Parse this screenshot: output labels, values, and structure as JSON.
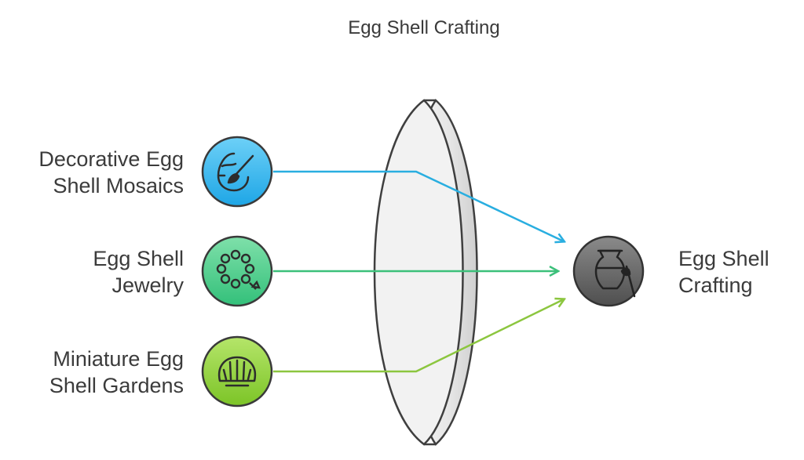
{
  "title": "Egg Shell Crafting",
  "inputs": [
    {
      "line1": "Decorative Egg",
      "line2": "Shell Mosaics",
      "icon": "painted-egg-brush-icon",
      "color": "#3cb6ec",
      "arrow_color": "#29aee0"
    },
    {
      "line1": "Egg Shell",
      "line2": "Jewelry",
      "icon": "bead-necklace-icon",
      "color": "#4fcf8a",
      "arrow_color": "#3cc07a"
    },
    {
      "line1": "Miniature Egg",
      "line2": "Shell Gardens",
      "icon": "seashell-icon",
      "color": "#8fd13a",
      "arrow_color": "#8cc63f"
    }
  ],
  "output": {
    "line1": "Egg Shell",
    "line2": "Crafting",
    "icon": "vase-brush-icon",
    "color": "#666666"
  },
  "lens": {
    "icon": "lens-shape"
  }
}
